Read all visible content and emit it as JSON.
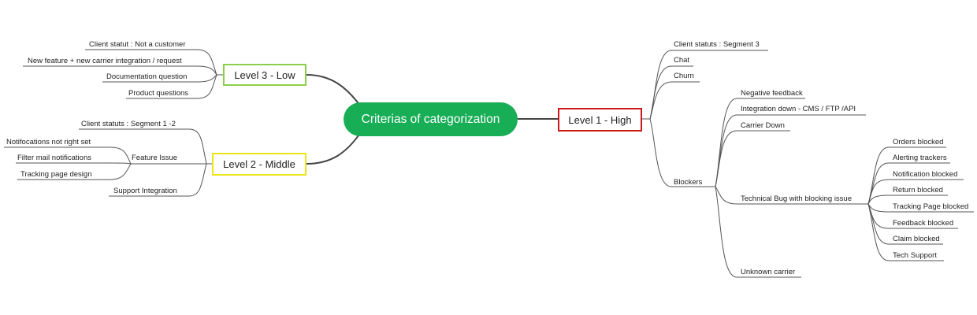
{
  "root": {
    "label": "Criterias of categorization",
    "color": "#17ae56"
  },
  "level_high": {
    "label": "Level 1 - High",
    "border_color": "#cc1a1a",
    "items": [
      "Client statuts : Segment 3",
      "Chat",
      "Churn"
    ],
    "blockers": {
      "label": "Blockers",
      "items": [
        "Negative feedback",
        "Integration down - CMS / FTP /API",
        "Carrier Down"
      ],
      "technical_bug": {
        "label": "Technical Bug with blocking issue",
        "items": [
          "Orders blocked",
          "Alerting trackers",
          "Notification blocked",
          "Return blocked",
          "Tracking Page blocked",
          "Feedback blocked",
          "Claim blocked",
          "Tech Support"
        ]
      },
      "unknown_carrier": "Unknown carrier"
    }
  },
  "level_low": {
    "label": "Level 3 - Low",
    "border_color": "#8ccf4a",
    "items": [
      "Client statut : Not a customer",
      "New feature + new carrier integration / request",
      "Documentation question",
      "Product questions"
    ]
  },
  "level_mid": {
    "label": "Level 2 - Middle",
    "border_color": "#ece51a",
    "client_status": "Client statuts : Segment 1 -2",
    "feature_issue": {
      "label": "Feature Issue",
      "items": [
        "Notifocations not right set",
        "Filter mail notifications",
        "Tracking page design"
      ]
    },
    "support_integration": "Support Integration"
  }
}
